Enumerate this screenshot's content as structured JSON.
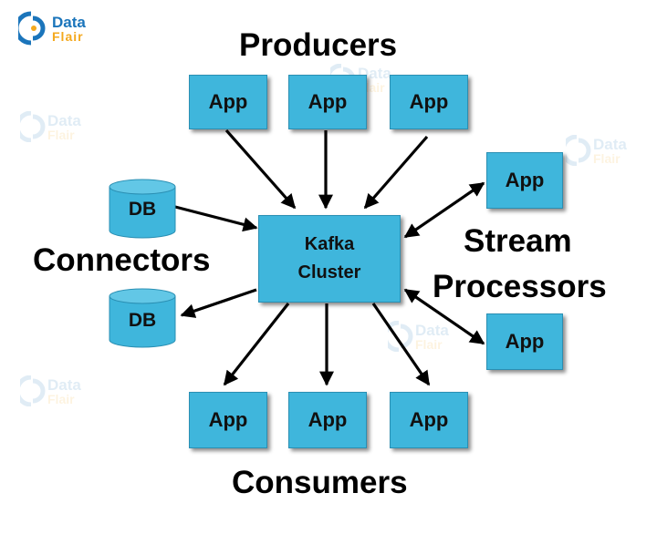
{
  "logo": {
    "word1": "Data",
    "word2": "Flair"
  },
  "headings": {
    "producers": "Producers",
    "consumers": "Consumers",
    "connectors": "Connectors",
    "stream_line1": "Stream",
    "stream_line2": "Processors"
  },
  "kafka": {
    "line1": "Kafka",
    "line2": "Cluster"
  },
  "producers": [
    "App",
    "App",
    "App"
  ],
  "consumers": [
    "App",
    "App",
    "App"
  ],
  "stream_processors": [
    "App",
    "App"
  ],
  "connectors": [
    "DB",
    "DB"
  ],
  "colors": {
    "box_fill": "#3fb6dc",
    "arrow": "#000000",
    "brand_blue": "#1b75bb",
    "brand_orange": "#f4a81d"
  }
}
